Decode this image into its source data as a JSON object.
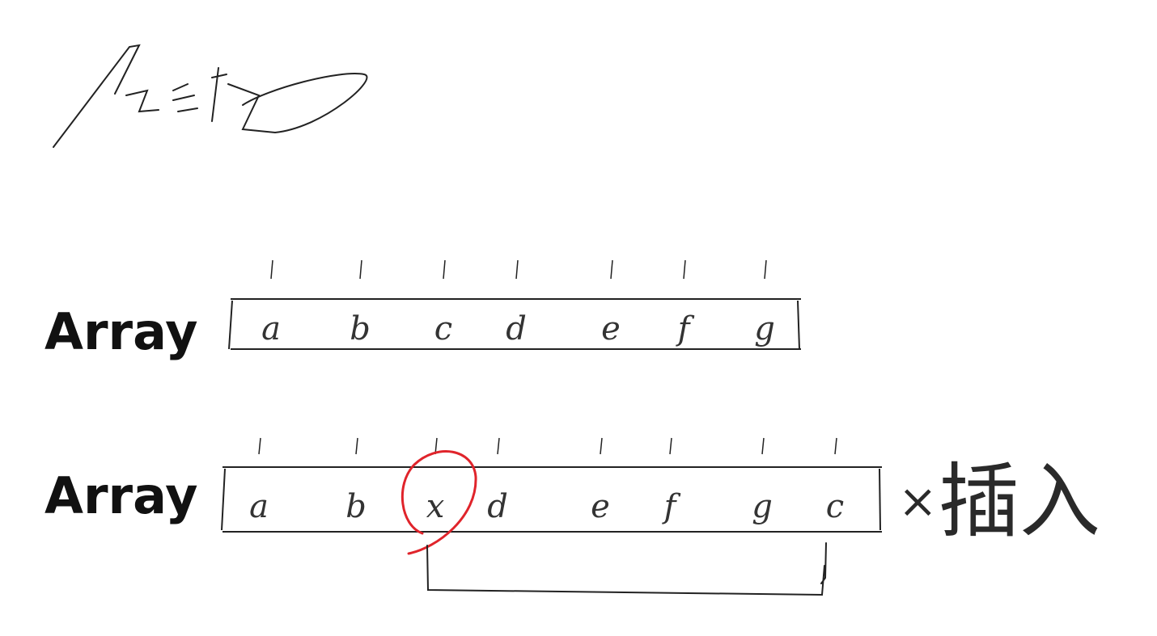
{
  "signature": {
    "text": "石宝龙"
  },
  "array1": {
    "label": "Array",
    "cells": [
      "a",
      "b",
      "c",
      "d",
      "e",
      "f",
      "g"
    ]
  },
  "array2": {
    "label": "Array",
    "cells": [
      "a",
      "b",
      "x",
      "d",
      "e",
      "f",
      "g",
      "c"
    ],
    "highlight_index": 2,
    "highlight_color": "#e0242b"
  },
  "note": {
    "symbol": "×",
    "text": "插入"
  },
  "ink_color": "#1a1a1a"
}
